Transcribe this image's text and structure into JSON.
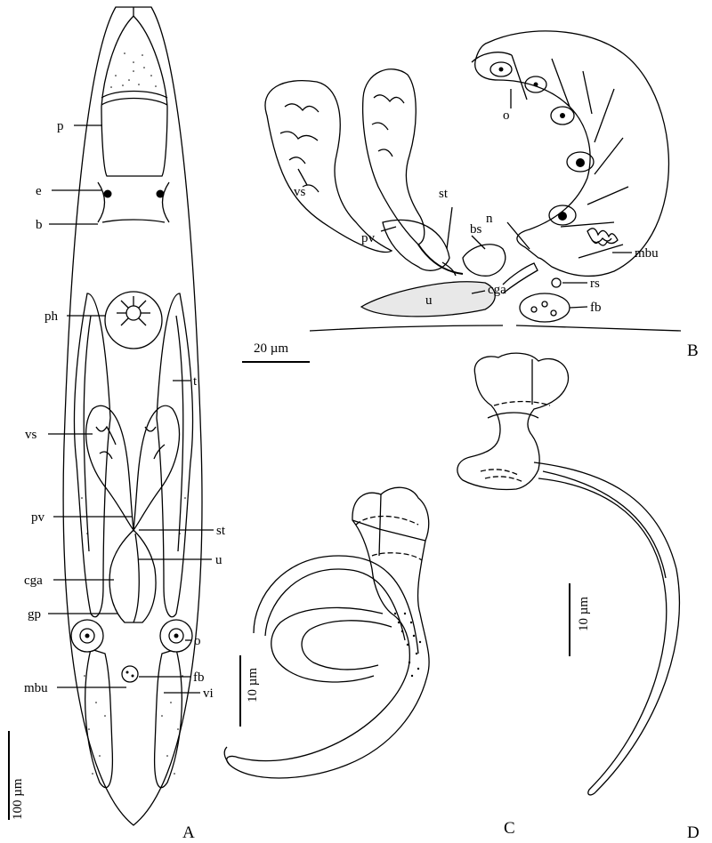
{
  "panels": {
    "a": {
      "letter": "A",
      "scale": "100 µm",
      "labels": {
        "p": "p",
        "e": "e",
        "b": "b",
        "ph": "ph",
        "t": "t",
        "vs": "vs",
        "pv": "pv",
        "st": "st",
        "u": "u",
        "cga": "cga",
        "gp": "gp",
        "o": "o",
        "mbu": "mbu",
        "fb": "fb",
        "vi": "vi"
      }
    },
    "b": {
      "letter": "B",
      "scale": "20 µm",
      "labels": {
        "o": "o",
        "vs": "vs",
        "st": "st",
        "n": "n",
        "bs": "bs",
        "mbu": "mbu",
        "pv": "pv",
        "rs": "rs",
        "cga": "cga",
        "u": "u",
        "fb": "fb"
      }
    },
    "c": {
      "letter": "C",
      "scale": "10 µm"
    },
    "d": {
      "letter": "D",
      "scale": "10 µm"
    }
  }
}
